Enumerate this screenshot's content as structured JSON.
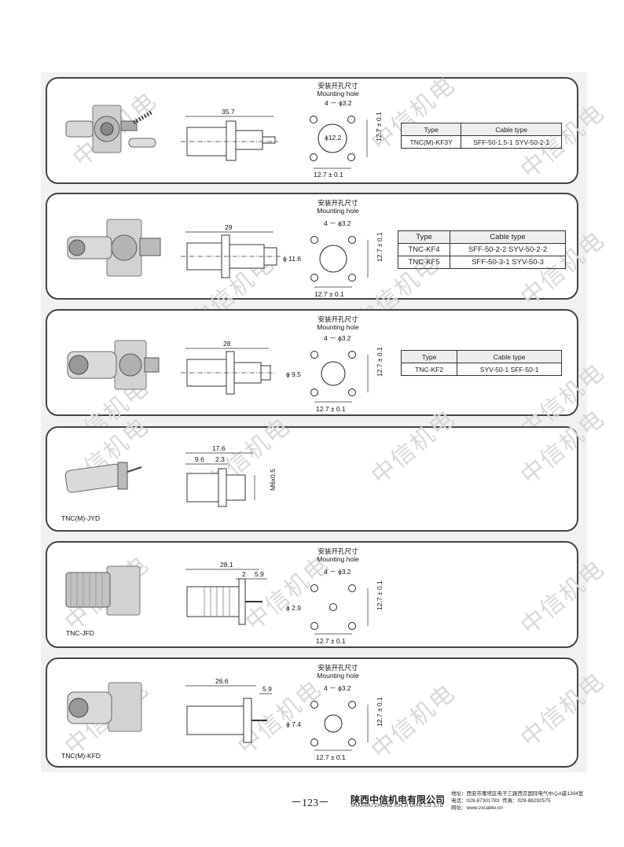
{
  "watermark_text": "中信机电",
  "mounting_hole_title_cn": "安装开孔尺寸",
  "mounting_hole_title_en": "Mounting hole",
  "panels": [
    {
      "id": "kf3y",
      "length_dim": "35.7",
      "holes_dim": "4 － ϕ3.2",
      "center_dim": "ϕ12.2",
      "v_spacing": "12.7 ± 0.1",
      "h_spacing": "12.7 ± 0.1",
      "table": {
        "head": [
          "Type",
          "Cable type"
        ],
        "rows": [
          [
            "TNC(M)-KF3Y",
            "SFF-50-1.5-1   SYV-50-2-1"
          ]
        ]
      }
    },
    {
      "id": "kf4",
      "length_dim": "29",
      "holes_dim": "4 － ϕ3.2",
      "center_dim": "ϕ 11.6",
      "v_spacing": "12.7 ± 0.1",
      "h_spacing": "12.7 ± 0.1",
      "table": {
        "head": [
          "Type",
          "Cable type"
        ],
        "rows": [
          [
            "TNC-KF4",
            "SFF-50-2-2    SYV-50-2-2"
          ],
          [
            "TNC-KF5",
            "SFF-50-3-1    SYV-50-3"
          ]
        ]
      }
    },
    {
      "id": "kf2",
      "length_dim": "28",
      "holes_dim": "4 － ϕ3.2",
      "center_dim": "ϕ 9.5",
      "v_spacing": "12.7 ± 0.1",
      "h_spacing": "12.7 ± 0.1",
      "table": {
        "head": [
          "Type",
          "Cable type"
        ],
        "rows": [
          [
            "TNC-KF2",
            "SYV-50-1    SFF-50-1"
          ]
        ]
      }
    },
    {
      "id": "jyd",
      "label": "TNC(M)-JYD",
      "length_dim": "17.6",
      "dim_a": "9.6",
      "dim_b": "2.3",
      "thread_dim": "M6x0.5"
    },
    {
      "id": "jfd",
      "label": "TNC-JFD",
      "length_dim": "28.1",
      "dim_a": "2",
      "dim_b": "5.9",
      "holes_dim": "4 － ϕ3.2",
      "center_dim": "ϕ 2.9",
      "v_spacing": "12.7 ± 0.1",
      "h_spacing": "12.7 ± 0.1"
    },
    {
      "id": "kfd",
      "label": "TNC(M)-KFD",
      "length_dim": "26.6",
      "dim_b": "5.9",
      "holes_dim": "4 － ϕ3.2",
      "center_dim": "ϕ 7.4",
      "v_spacing": "12.7 ± 0.1",
      "h_spacing": "12.7 ± 0.1"
    }
  ],
  "footer": {
    "page_number": "－123－",
    "company_cn": "陕西中信机电有限公司",
    "company_en": "SHAANXI ZHONG XIN JI DIAN CO.,LTD",
    "address": "地址：西安市雁塔区电子三路西京国际电气中心A座1304室",
    "phone": "电话：029-87301783",
    "fax": "传真：029-88292575",
    "website": "网址：www.zxcable.cn"
  }
}
